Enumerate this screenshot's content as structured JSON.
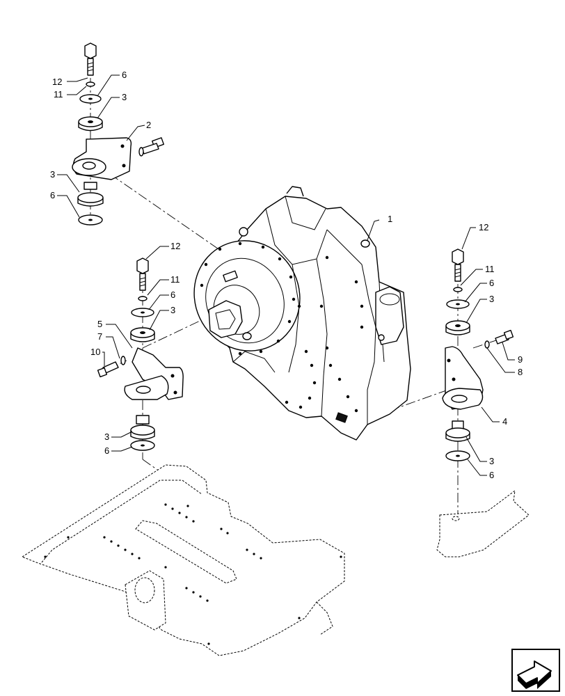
{
  "callouts": {
    "c1": "1",
    "c2": "2",
    "c3a": "3",
    "c3b": "3",
    "c3c": "3",
    "c3d": "3",
    "c3e": "3",
    "c3f": "3",
    "c4": "4",
    "c5": "5",
    "c6a": "6",
    "c6b": "6",
    "c6c": "6",
    "c6d": "6",
    "c6e": "6",
    "c6f": "6",
    "c7": "7",
    "c8": "8",
    "c9": "9",
    "c10": "10",
    "c11a": "11",
    "c11b": "11",
    "c11c": "11",
    "c12a": "12",
    "c12b": "12",
    "c12c": "12"
  },
  "icons": {
    "nav": "navigation-arrow-icon"
  }
}
